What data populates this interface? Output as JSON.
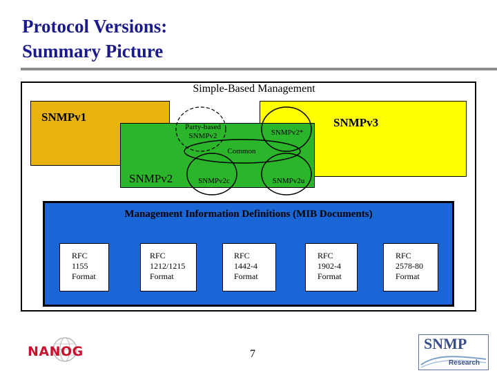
{
  "title": {
    "line1": "Protocol Versions:",
    "line2": "Summary Picture"
  },
  "diagram": {
    "outer_label": "Simple-Based Management",
    "snmpv1": "SNMPv1",
    "snmpv2": "SNMPv2",
    "snmpv3": "SNMPv3",
    "party_based": "Party-based SNMPv2",
    "snmpv2_star": "SNMPv2*",
    "common": "Common",
    "snmpv2c": "SNMPv2c",
    "snmpv2u": "SNMPv2u",
    "mib_label": "Management Information Definitions (MIB Documents)",
    "rfcs": [
      {
        "line1": "RFC",
        "line2": "1155",
        "line3": "Format"
      },
      {
        "line1": "RFC",
        "line2": "1212/1215",
        "line3": "Format"
      },
      {
        "line1": "RFC",
        "line2": "1442-4",
        "line3": "Format"
      },
      {
        "line1": "RFC",
        "line2": "1902-4",
        "line3": "Format"
      },
      {
        "line1": "RFC",
        "line2": "2578-80",
        "line3": "Format"
      }
    ],
    "colors": {
      "snmpv1": "#e8b20f",
      "snmpv2": "#2ab52a",
      "snmpv3": "#ffff00",
      "mib": "#1a66d6"
    }
  },
  "footer": {
    "page_number": "7",
    "nanog_logo": "NANOG",
    "snmp_logo_title": "SNMP",
    "snmp_logo_sub": "Research"
  }
}
